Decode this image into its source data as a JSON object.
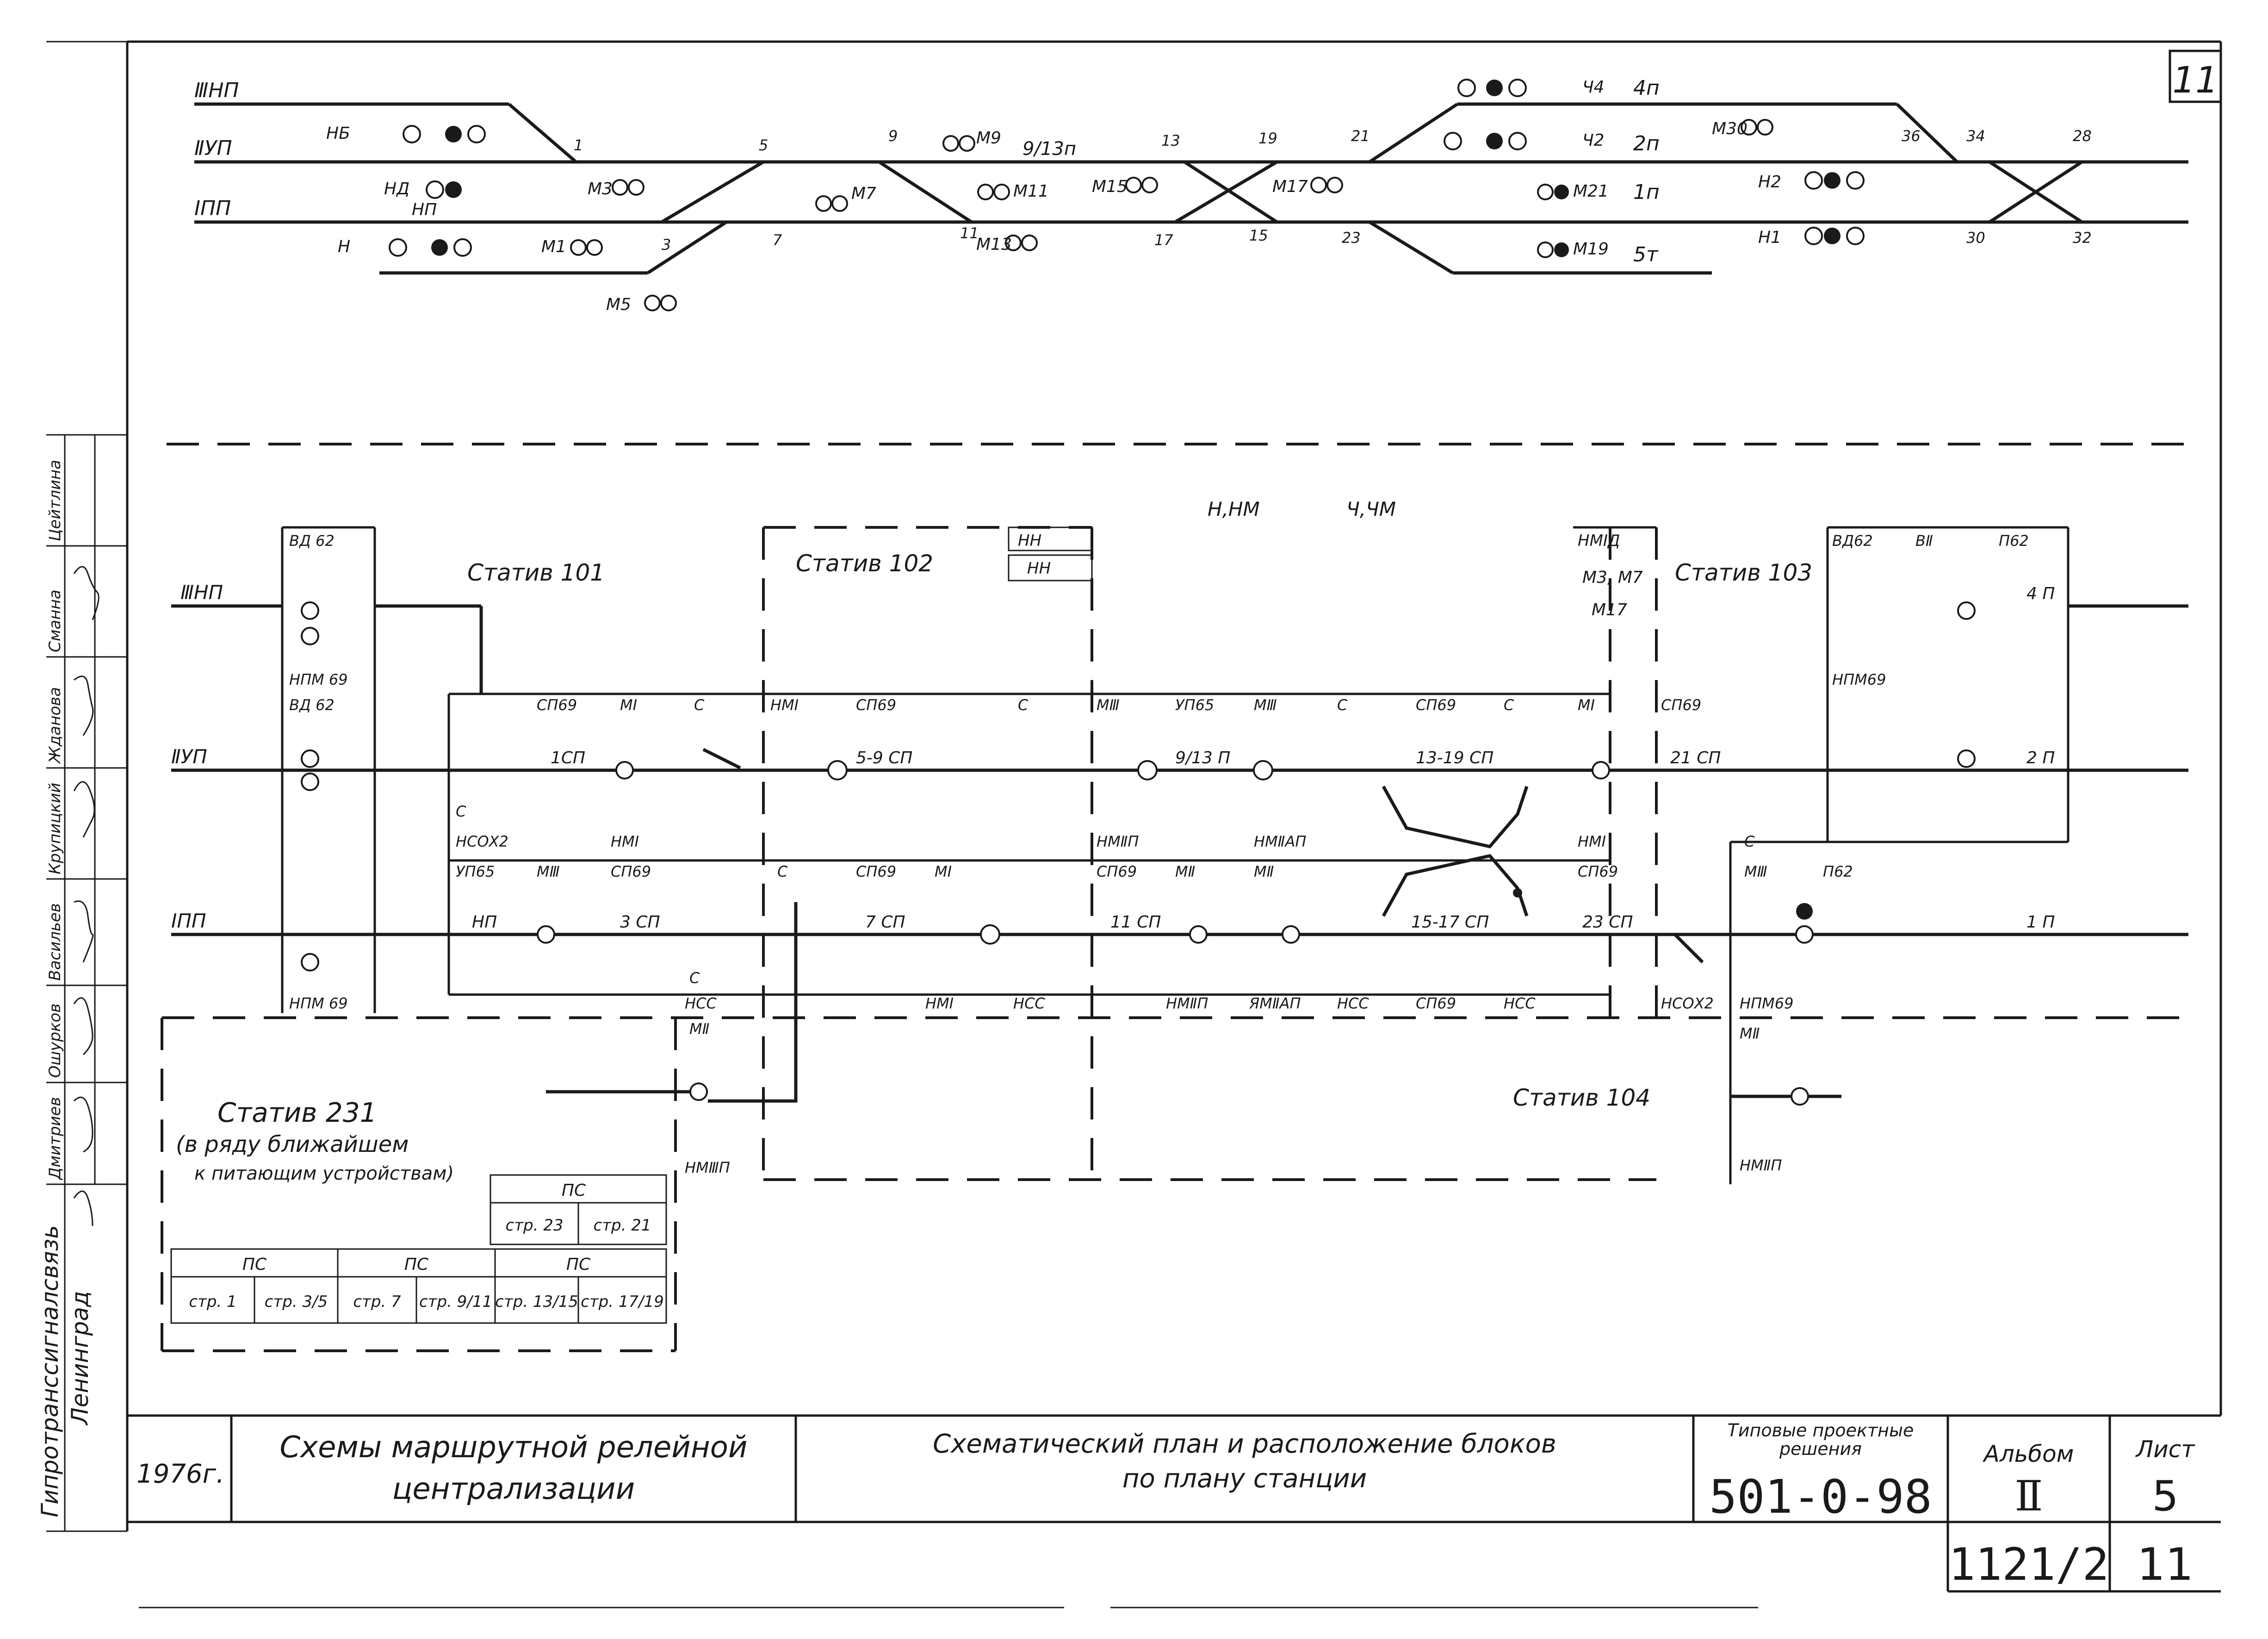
{
  "sheet": {
    "sheet_number_corner": "11",
    "vertical_org": "Гипротранссигналсвязь",
    "vertical_city": "Ленинград",
    "signatures": [
      "Цейтлина",
      "Сманна",
      "Жданова",
      "Крупицкий",
      "Васильев",
      "Ошурков",
      "Дмитриев"
    ]
  },
  "track_plan": {
    "tracks_left": [
      "ⅢНП",
      "ⅡУП",
      "ⅠПП"
    ],
    "tracks_right": [
      "4п",
      "2п",
      "1п",
      "5т"
    ],
    "signals": [
      "НБ",
      "НД",
      "Н",
      "М3",
      "М1",
      "М5",
      "М7",
      "М9",
      "М11",
      "М13",
      "М15",
      "М17",
      "М19",
      "М21",
      "Ч4",
      "Ч2",
      "М30",
      "Н2",
      "Н1"
    ],
    "switches": [
      "1",
      "3",
      "5",
      "7",
      "9",
      "11",
      "13",
      "15",
      "17",
      "19",
      "21",
      "23",
      "34",
      "36",
      "28",
      "30",
      "32"
    ],
    "sections": [
      "9/13п",
      "1п",
      "2п",
      "4п",
      "5т",
      "НП"
    ]
  },
  "blocks": {
    "racks": [
      "Статив 101",
      "Статив 102",
      "Статив 103",
      "Статив 104",
      "Статив 231"
    ],
    "rack_231_note": [
      "(в ряду ближайшем",
      "к питающим устройствам)"
    ],
    "direction_labels": [
      "Н,НМ",
      "Ч,ЧМ"
    ],
    "block_labels_row1": [
      "ВД 62",
      "СП69",
      "МI",
      "С",
      "НМI",
      "СП69",
      "С",
      "МⅢ",
      "УП65",
      "МⅢ",
      "С",
      "СП69",
      "С",
      "МI",
      "СП69",
      "ВД62",
      "ВⅡ",
      "П62"
    ],
    "block_labels_row2": [
      "НПМ 69",
      "ВД 62",
      "С",
      "НСОХ2",
      "НМI",
      "УП65",
      "МⅢ",
      "СП69",
      "С",
      "СП69",
      "МI",
      "НМⅡП",
      "СП69",
      "МⅡ",
      "НМⅡАП",
      "МⅡ",
      "НМI",
      "СП69",
      "С",
      "МⅢ",
      "НПМ69",
      "П62"
    ],
    "block_labels_row3": [
      "НПМ 69",
      "НСС",
      "НМI",
      "НСС",
      "НМⅡП",
      "ЯМⅡАП",
      "НСС",
      "СП69",
      "НСС",
      "НСОХ2",
      "НПМ69",
      "МⅡ",
      "НМⅡП",
      "НМⅢП",
      "МⅡ",
      "С"
    ],
    "top_labels": [
      "НН",
      "НН",
      "НМIД",
      "М3, М7",
      "М17"
    ],
    "sections_labels": [
      "1СП",
      "5-9 СП",
      "9/13 П",
      "13-19 СП",
      "21 СП",
      "3 СП",
      "7 СП",
      "11 СП",
      "15-17 СП",
      "23 СП",
      "НП",
      "1 П",
      "2 П",
      "4 П"
    ],
    "ps_table": {
      "small": {
        "header": "ПС",
        "cells": [
          "стр. 23",
          "стр. 21"
        ]
      },
      "main": {
        "headers": [
          "ПС",
          "ПС",
          "ПС"
        ],
        "cells": [
          "стр. 1",
          "стр. 3/5",
          "стр. 7",
          "стр. 9/11",
          "стр. 13/15",
          "стр. 17/19"
        ]
      }
    }
  },
  "title_block": {
    "year": "1976г.",
    "left_title": "Схемы маршрутной релейной централизации",
    "left_title_l1": "Схемы маршрутной релейной",
    "left_title_l2": "централизации",
    "center_title_l1": "Схематический план и расположение блоков",
    "center_title_l2": "по плану станции",
    "typical_label_l1": "Типовые проектные",
    "typical_label_l2": "решения",
    "code": "501-0-98",
    "album_label": "Альбом",
    "album_value": "Ⅱ",
    "sheet_label": "Лист",
    "sheet_value": "5",
    "inventory": "1121/2",
    "inventory_sheet": "11"
  }
}
